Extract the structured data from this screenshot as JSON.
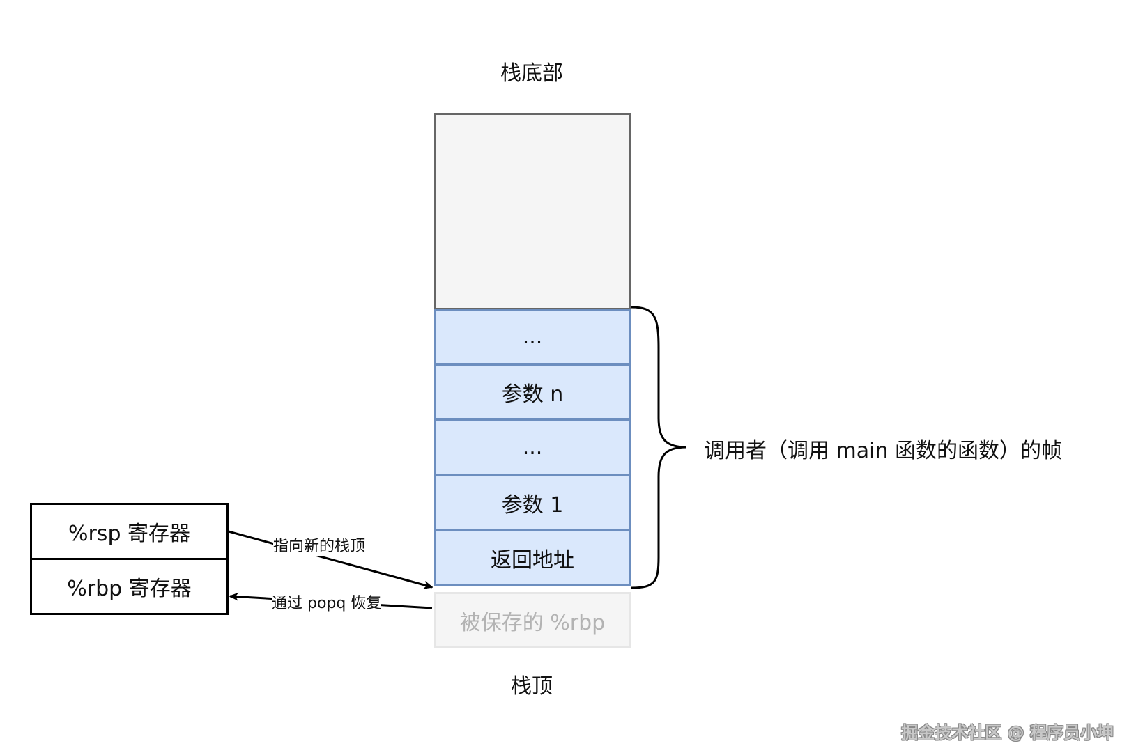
{
  "stack_bottom_label": "栈底部",
  "stack_top_label": "栈顶",
  "cells": [
    "...",
    "参数 n",
    "...",
    "参数 1",
    "返回地址"
  ],
  "ghost_cell": "被保存的 %rbp",
  "frame_label": "调用者（调用 main 函数的函数）的帧",
  "registers": {
    "rsp": "%rsp 寄存器",
    "rbp": "%rbp 寄存器"
  },
  "edges": {
    "rsp_to_top": "指向新的栈顶",
    "popq_restore": "通过 popq 恢复"
  },
  "watermark": "掘金技术社区 @ 程序员小坤",
  "colors": {
    "cell_fill": "#dae8fc",
    "cell_stroke": "#6c8ebf",
    "empty_fill": "#f5f5f5",
    "empty_stroke": "#666666"
  }
}
